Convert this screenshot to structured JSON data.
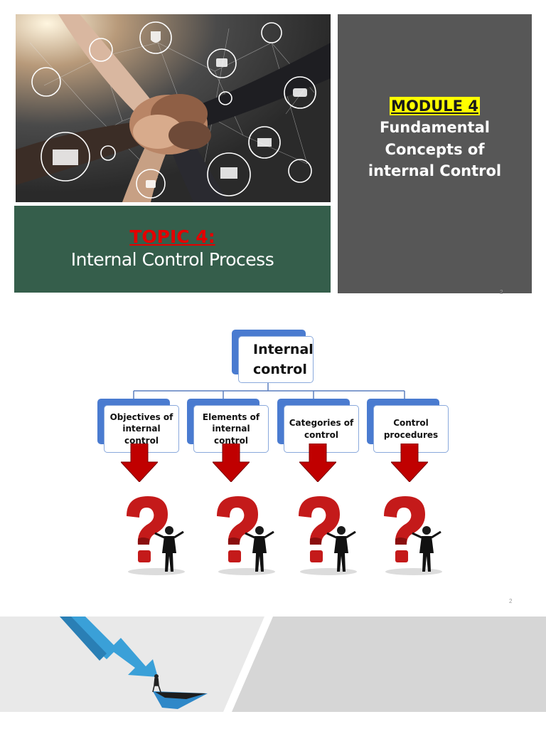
{
  "slide1": {
    "topic_label": "TOPIC 4:",
    "topic_title": "Internal Control Process",
    "module_label": "MODULE 4",
    "module_title": "Fundamental Concepts of internal Control",
    "page_number": "2"
  },
  "slide2": {
    "root": "Internal control",
    "children": [
      "Objectives of internal control",
      "Elements of internal control",
      "Categories of control",
      "Control procedures"
    ],
    "page_number": "2"
  },
  "colors": {
    "topic_bg": "#355e4b",
    "module_bg": "#575757",
    "topic_label": "#e40000",
    "module_highlight": "#ffff00",
    "box_accent": "#4a7bd0",
    "arrow_red": "#c00000"
  }
}
